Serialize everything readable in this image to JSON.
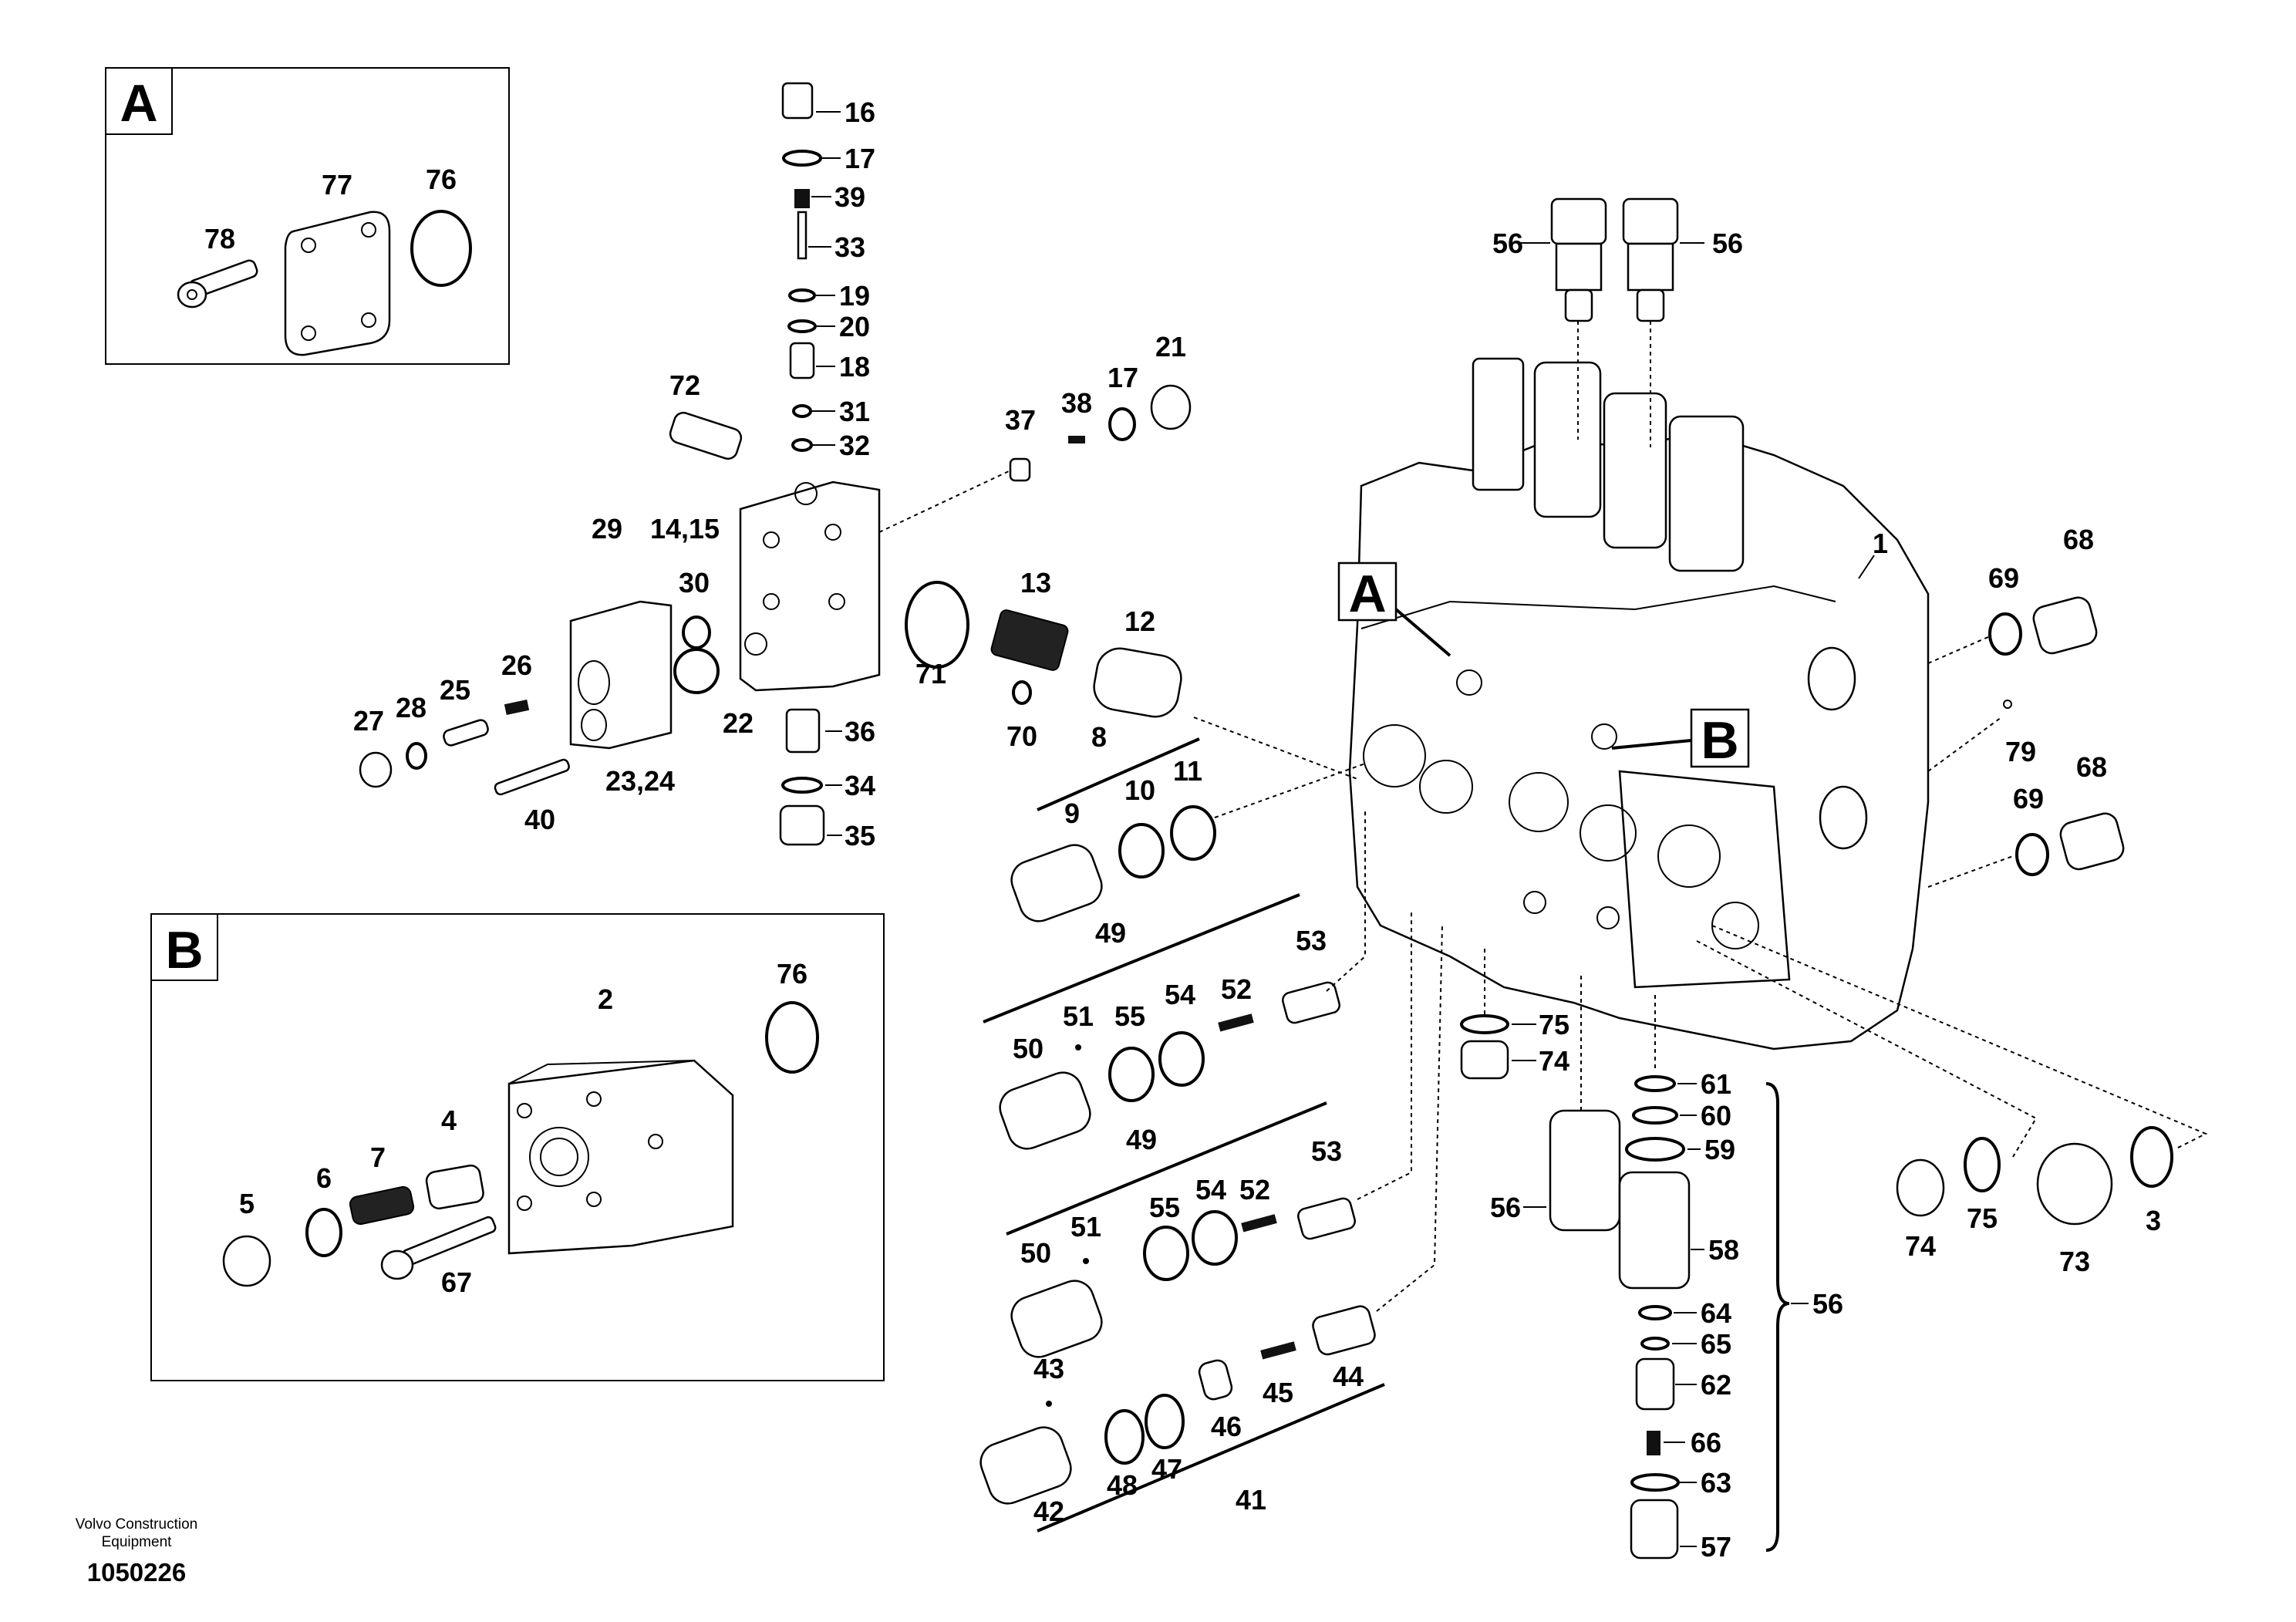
{
  "credit": {
    "line1": "Volvo Construction",
    "line2": "Equipment",
    "doc_number": "1050226"
  },
  "boxes": {
    "detail_a": {
      "letter": "A",
      "labels": [
        "78",
        "77",
        "76"
      ]
    },
    "detail_b": {
      "letter": "B",
      "labels": [
        "2",
        "76",
        "4",
        "7",
        "6",
        "5",
        "67"
      ]
    }
  },
  "callouts": {
    "a": "A",
    "b": "B"
  },
  "labels": [
    "16",
    "17",
    "39",
    "33",
    "19",
    "20",
    "18",
    "31",
    "32",
    "72",
    "37",
    "38",
    "17",
    "21",
    "29",
    "14,15",
    "30",
    "22",
    "71",
    "13",
    "70",
    "12",
    "26",
    "27",
    "28",
    "25",
    "23,24",
    "40",
    "36",
    "34",
    "35",
    "8",
    "9",
    "10",
    "11",
    "49",
    "53",
    "51",
    "55",
    "54",
    "52",
    "50",
    "49",
    "53",
    "51",
    "55",
    "54",
    "52",
    "50",
    "43",
    "42",
    "48",
    "47",
    "46",
    "45",
    "44",
    "41",
    "56",
    "56",
    "1",
    "68",
    "69",
    "79",
    "68",
    "69",
    "75",
    "74",
    "61",
    "60",
    "59",
    "56",
    "58",
    "64",
    "65",
    "62",
    "66",
    "63",
    "57",
    "56",
    "74",
    "75",
    "73",
    "3"
  ]
}
